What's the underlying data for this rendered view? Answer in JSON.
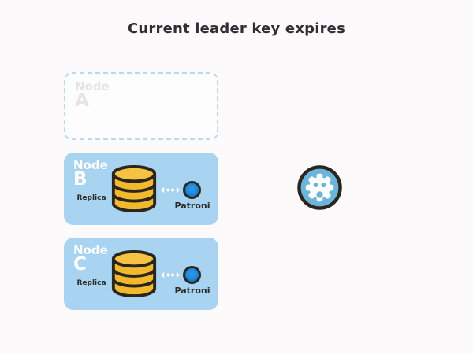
{
  "title": "Current leader key expires",
  "nodes": [
    {
      "name_label": "Node",
      "letter": "A"
    },
    {
      "name_label": "Node",
      "letter": "B",
      "role_label": "Replica",
      "agent_label": "Patroni"
    },
    {
      "name_label": "Node",
      "letter": "C",
      "role_label": "Replica",
      "agent_label": "Patroni"
    }
  ],
  "icons": {
    "database": "database-cylinder-icon",
    "patroni": "patroni-dot-icon",
    "connector": "dotted-double-arrow-icon",
    "etcd": "etcd-gear-icon"
  },
  "colors": {
    "background": "#fdfafb",
    "node_fill": "#a9d4f1",
    "node_dashed_border": "#b7dbf1",
    "ghost_text": "#e5e4e6",
    "node_text": "#ffffff",
    "db_gold": "#f2b92d",
    "db_gold_top": "#f5c242",
    "outline_dark": "#29251f",
    "patroni_blue": "#1e86d8",
    "etcd_fill": "#6db4db",
    "title_color": "#312f36",
    "label_dark": "#2b2a26"
  }
}
